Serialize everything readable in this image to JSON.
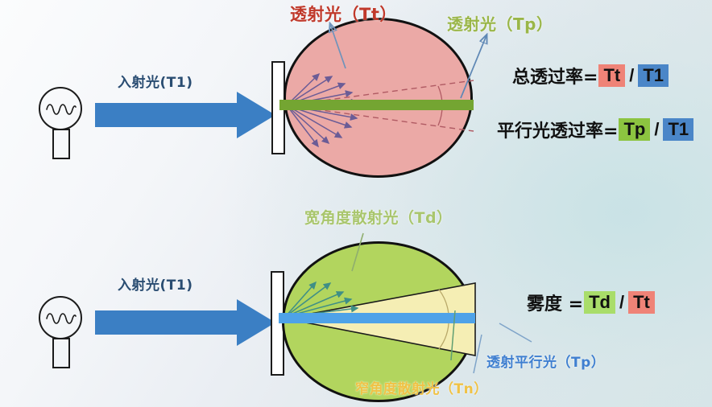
{
  "diagram": {
    "title_labels": {
      "transmitted_total": "透射光（Tt）",
      "transmitted_parallel_top": "透射光（Tp）",
      "incident_top": "入射光(T1)",
      "incident_bottom": "入射光(T1)",
      "wide_angle_scatter": "宽角度散射光（Td）",
      "transmitted_parallel_bottom": "透射平行光（Tp）",
      "narrow_angle_scatter": "窄角度散射光（Tn）"
    },
    "formulas": [
      {
        "name": "total-transmittance",
        "label": "总透过率=",
        "numerator": "Tt",
        "numerator_color": "#ef8377",
        "divider": "/",
        "denominator": "T1",
        "denominator_color": "#4a86c8"
      },
      {
        "name": "parallel-transmittance",
        "label": "平行光透过率=",
        "numerator": "Tp",
        "numerator_color": "#8cc440",
        "divider": "/",
        "denominator": "T1",
        "denominator_color": "#4a86c8"
      },
      {
        "name": "haze",
        "label": "雾度 =",
        "numerator": "Td",
        "numerator_color": "#a9dd6a",
        "divider": "/",
        "denominator": "Tt",
        "denominator_color": "#ef8377"
      }
    ],
    "colors": {
      "incident_arrow": "#3b7fc4",
      "sphere_top": "#eba9a6",
      "sphere_bottom": "#b2d55e",
      "beam_top": "#74a532",
      "beam_bottom": "#4ea2e8",
      "narrow_cone": "#f5eeb4",
      "scatter_top": "#6b5c96",
      "scatter_bottom": "#3f8f86",
      "label_incident": "#2a4d72",
      "label_tt": "#c0392b",
      "label_tp_top": "#9ab648",
      "label_td": "#a9c66d",
      "label_tp_bottom": "#3f7fd0",
      "label_tn": "#f0c245"
    },
    "icons": {
      "lamp_top": "lamp-icon",
      "lamp_bottom": "lamp-icon"
    }
  }
}
